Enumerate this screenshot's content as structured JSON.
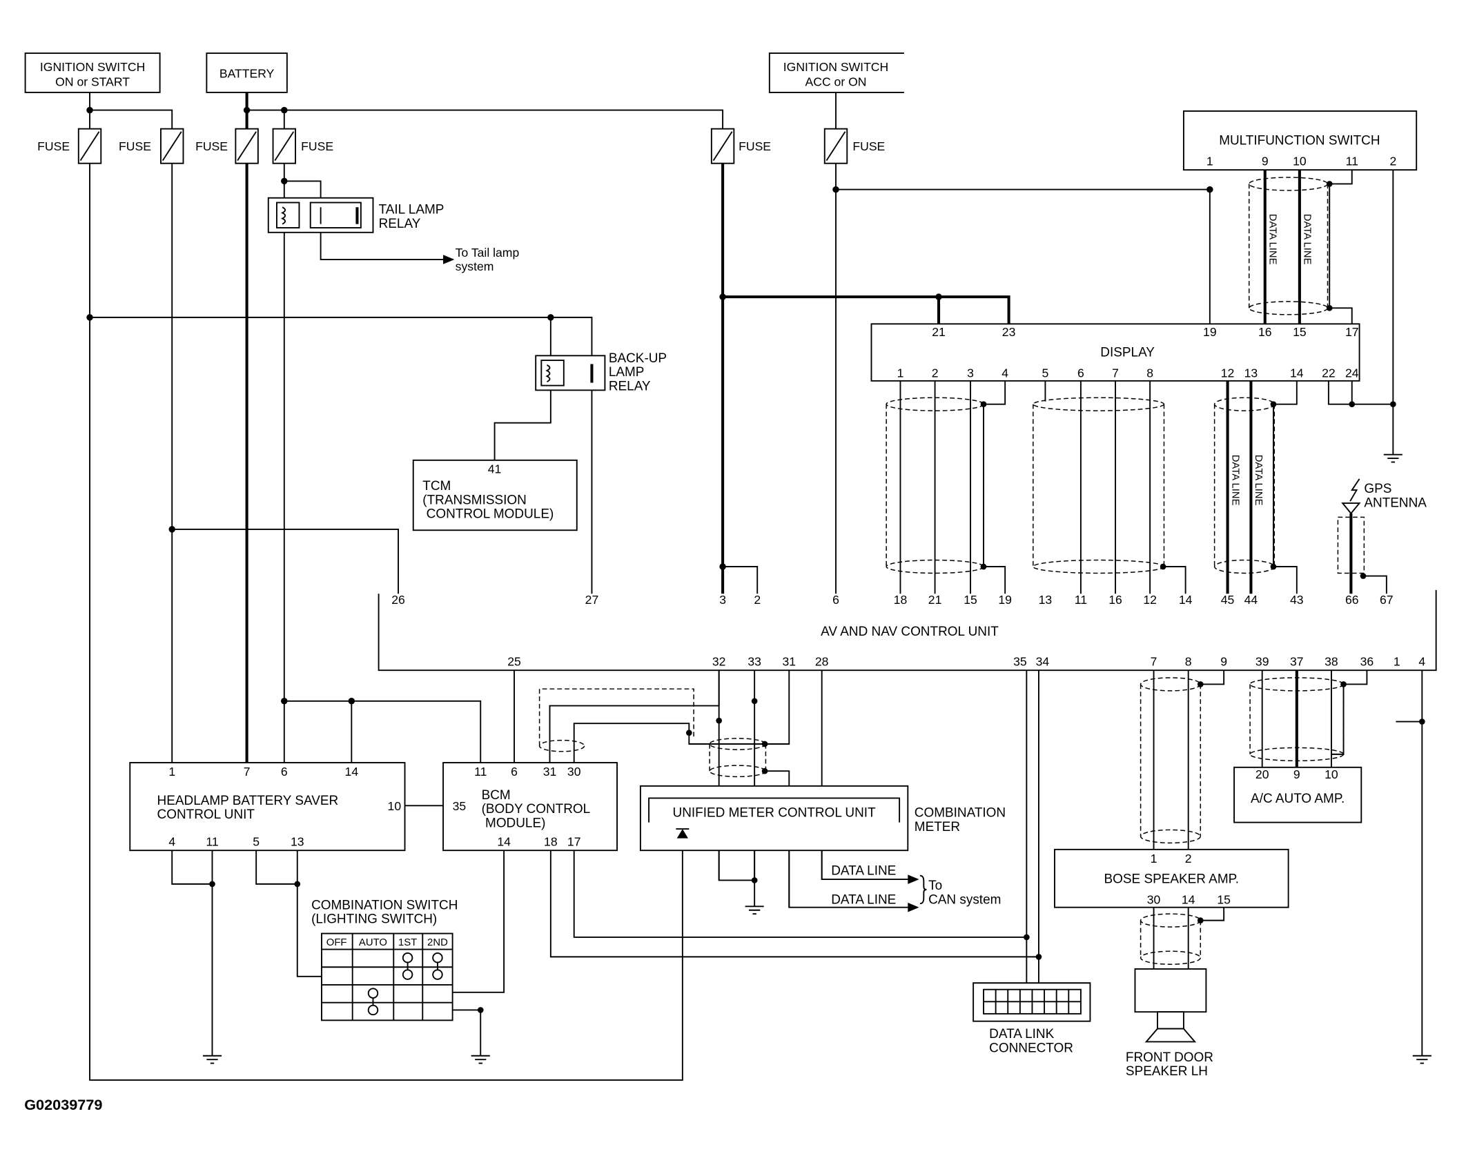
{
  "power": {
    "ign_on_start": [
      "IGNITION SWITCH",
      "ON or START"
    ],
    "battery": "BATTERY",
    "ign_acc_on": [
      "IGNITION SWITCH",
      "ACC or ON"
    ],
    "fuse": "FUSE"
  },
  "relays": {
    "tail_lamp": [
      "TAIL LAMP",
      "RELAY"
    ],
    "tail_lamp_dest": [
      "To Tail lamp",
      "system"
    ],
    "backup_lamp": [
      "BACK-UP",
      "LAMP",
      "RELAY"
    ]
  },
  "tcm": {
    "pin": "41",
    "lines": [
      "TCM",
      "(TRANSMISSION",
      "CONTROL MODULE)"
    ]
  },
  "multifunction_switch": {
    "title": "MULTIFUNCTION SWITCH",
    "pins": [
      "1",
      "9",
      "10",
      "11",
      "2"
    ]
  },
  "display": {
    "title": "DISPLAY",
    "top_pins": [
      "21",
      "23",
      "19",
      "16",
      "15",
      "17"
    ],
    "bottom_pins": [
      "1",
      "2",
      "3",
      "4",
      "5",
      "6",
      "7",
      "8",
      "12",
      "13",
      "14",
      "22",
      "24"
    ]
  },
  "data_line": "DATA LINE",
  "gps_antenna": [
    "GPS",
    "ANTENNA"
  ],
  "av_nav": {
    "title": "AV AND NAV  CONTROL UNIT",
    "top_pins": [
      "26",
      "27",
      "3",
      "2",
      "6",
      "18",
      "21",
      "15",
      "19",
      "13",
      "11",
      "16",
      "12",
      "14",
      "45",
      "44",
      "43",
      "66",
      "67"
    ],
    "bottom_pins": [
      "25",
      "32",
      "33",
      "31",
      "28",
      "35",
      "34",
      "7",
      "8",
      "9",
      "39",
      "37",
      "38",
      "36",
      "1",
      "4"
    ]
  },
  "headlamp_saver": {
    "lines": [
      "HEADLAMP BATTERY SAVER",
      "CONTROL UNIT"
    ],
    "top_pins": [
      "1",
      "7",
      "6",
      "14"
    ],
    "side_pin": "10",
    "bottom_pins": [
      "4",
      "11",
      "5",
      "13"
    ]
  },
  "bcm": {
    "lines": [
      "BCM",
      "(BODY CONTROL",
      "MODULE)"
    ],
    "top_pins": [
      "11",
      "6",
      "31",
      "30"
    ],
    "side_pin": "35",
    "bottom_pins": [
      "14",
      "18",
      "17"
    ]
  },
  "combination_meter": {
    "inner": "UNIFIED METER CONTROL UNIT",
    "label": [
      "COMBINATION",
      "METER"
    ],
    "can_dest": [
      "To",
      "CAN system"
    ]
  },
  "ac_amp": {
    "title": "A/C AUTO AMP.",
    "pins": [
      "20",
      "9",
      "10"
    ]
  },
  "bose_amp": {
    "title": "BOSE SPEAKER AMP.",
    "top_pins": [
      "1",
      "2"
    ],
    "bottom_pins": [
      "30",
      "14",
      "15"
    ]
  },
  "combination_switch": {
    "title": [
      "COMBINATION SWITCH",
      "(LIGHTING SWITCH)"
    ],
    "headers": [
      "OFF",
      "AUTO",
      "1ST",
      "2ND"
    ]
  },
  "data_link_connector": [
    "DATA LINK",
    "CONNECTOR"
  ],
  "front_door_speaker": [
    "FRONT DOOR",
    "SPEAKER LH"
  ],
  "figure_id": "G02039779"
}
